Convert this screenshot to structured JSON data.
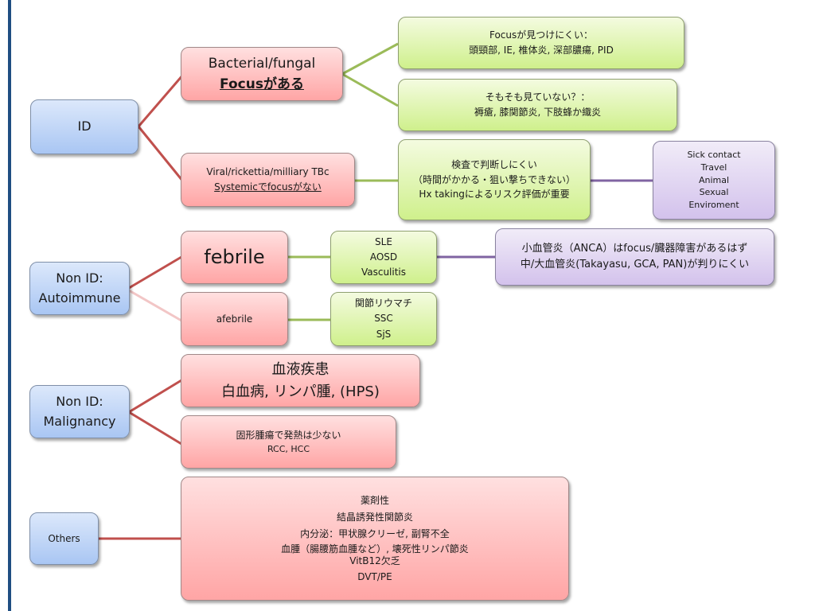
{
  "colors": {
    "root": "#a9c6f3",
    "level1": "#ffa5a5",
    "level2": "#cff08c",
    "level3": "#d3c2ec",
    "link_red": "#c0504d",
    "link_red_faded": "#f2c6c6",
    "link_green": "#9bbb59",
    "link_purple": "#8064a2",
    "side_bar": "#1f4e82"
  },
  "roots": {
    "id": "ID",
    "autoimmune": [
      "Non ID:",
      "Autoimmune"
    ],
    "malignancy": [
      "Non ID:",
      "Malignancy"
    ],
    "others": "Others"
  },
  "id_branch": {
    "bacterial": {
      "line1": "Bacterial/fungal",
      "line2": "Focusがある"
    },
    "viral": {
      "line1": "Viral/rickettia/milliary TBc",
      "line2": "Systemicでfocusがない"
    },
    "hard_to_find": {
      "line1": "Focusが見つけにくい：",
      "line2": "頭頸部, IE, 椎体炎, 深部膿瘍, PID"
    },
    "not_looked": {
      "line1": "そもそも見ていない？：",
      "line2": "褥瘡, 膝関節炎,  下肢蜂か織炎"
    },
    "hard_to_test": {
      "line1": "検査で判断しにくい",
      "line2": "（時間がかかる・狙い撃ちできない）",
      "line3": "Hx takingによるリスク評価が重要"
    },
    "risk_factors": [
      "Sick contact",
      "Travel",
      "Animal",
      "Sexual",
      "Enviroment"
    ]
  },
  "autoimmune_branch": {
    "febrile": "febrile",
    "afebrile": "afebrile",
    "febrile_list": [
      "SLE",
      "AOSD",
      "Vasculitis"
    ],
    "afebrile_list": [
      "関節リウマチ",
      "SSC",
      "SjS"
    ],
    "vasculitis_note": {
      "line1": "小血管炎（ANCA）はfocus/臓器障害があるはず",
      "line2": "中/大血管炎(Takayasu, GCA, PAN)が判りにくい"
    }
  },
  "malignancy_branch": {
    "heme": {
      "line1": "血液疾患",
      "line2": "白血病, リンパ腫,  (HPS)"
    },
    "solid": {
      "line1": "固形腫瘍で発熱は少ない",
      "line2": "RCC, HCC"
    }
  },
  "others_branch": {
    "items": [
      "薬剤性",
      "結晶誘発性関節炎",
      "内分泌：甲状腺クリーゼ, 副腎不全",
      "血腫（腸腰筋血腫など）, 壊死性リンパ節炎",
      "VitB12欠乏",
      "DVT/PE"
    ]
  }
}
